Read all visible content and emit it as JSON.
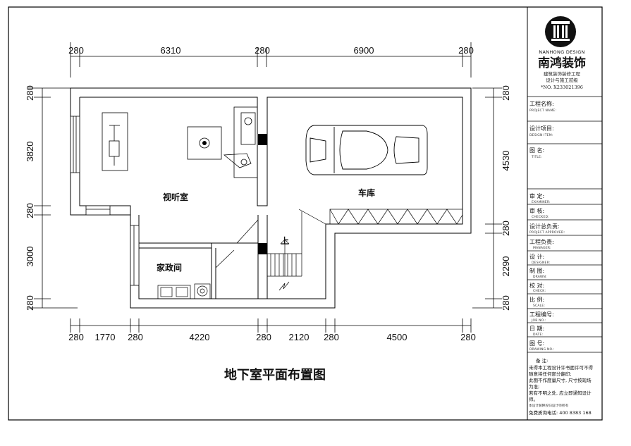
{
  "drawing_title": "地下室平面布置图",
  "rooms": {
    "living": "视听室",
    "garage": "车库",
    "housekeeping": "家政间",
    "stair_up": "上"
  },
  "dims_top": [
    "280",
    "6310",
    "280",
    "6900",
    "280"
  ],
  "dims_bottom": [
    "280",
    "1770",
    "280",
    "4220",
    "280",
    "2120",
    "280",
    "4500",
    "280"
  ],
  "dims_left": [
    "280",
    "3820",
    "280",
    "3000",
    "280"
  ],
  "dims_right": [
    "280",
    "4530",
    "280",
    "2290",
    "280"
  ],
  "company": {
    "name": "南鸿装饰",
    "name_en": "NANHONG DESIGN",
    "line1": "建筑装饰装修工程",
    "line2": "设计与施工贰级",
    "license": "*NO. X233021396"
  },
  "title_block": [
    {
      "label": "工程名称:",
      "sub": "PROJECT NAME:"
    },
    {
      "label": "设计项目:",
      "sub": "DESIGN ITEM:"
    },
    {
      "label": "图  名:",
      "sub": "TITLE:"
    },
    {
      "label": "审  定:",
      "sub": "EXAMINER:"
    },
    {
      "label": "审  核:",
      "sub": "CHECKED:"
    },
    {
      "label": "设计总负责:",
      "sub": "PROJECT APPROVED:"
    },
    {
      "label": "工程负责:",
      "sub": "MANAGER:"
    },
    {
      "label": "设  计:",
      "sub": "DESIGNER:"
    },
    {
      "label": "制  图:",
      "sub": "DRAWN:"
    },
    {
      "label": "校  对:",
      "sub": "CHECK:"
    },
    {
      "label": "比  例:",
      "sub": "SCALE:"
    },
    {
      "label": "工程编号:",
      "sub": "JOB NO.:"
    },
    {
      "label": "日  期:",
      "sub": "DATE:"
    },
    {
      "label": "图  号:",
      "sub": "DRAWING NO.:"
    }
  ],
  "notes": {
    "heading": "备  注:",
    "lines": [
      "未得本工程设计许书面许可不得",
      "随意将任何部分翻印;",
      "此图不作度量尺寸, 尺寸按现场",
      "为准;",
      "若有不明之处, 应立即通知设计",
      "师。"
    ],
    "stamp": "本设计解释权归设计师所有",
    "hotline": "免费质询电话: 400 8383 168"
  }
}
